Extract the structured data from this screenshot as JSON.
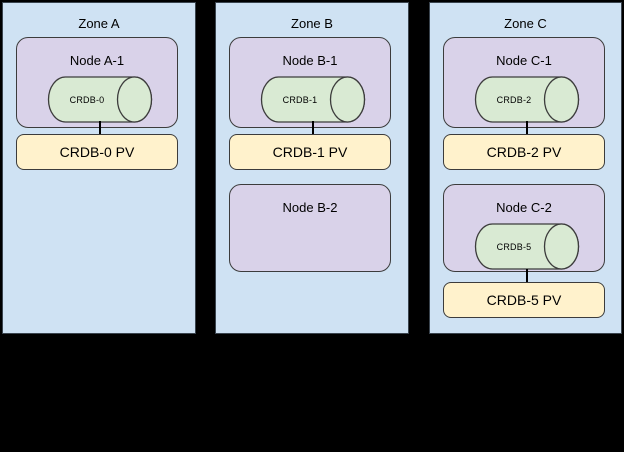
{
  "colors": {
    "canvas_background": "#000000",
    "zone_fill": "#cfe2f3",
    "zone_border": "#3a444e",
    "node_fill": "#d9d2e9",
    "node_border": "#3c3c3c",
    "pod_cylinder_fill": "#d9ead3",
    "pod_cylinder_border": "#3c3c3c",
    "pv_fill": "#fff2cc",
    "pv_border": "#3c3c3c",
    "connector": "#000000",
    "text": "#000000"
  },
  "zones": [
    {
      "label": "Zone A",
      "nodes": [
        {
          "label": "Node A-1",
          "pod": "CRDB-0",
          "pv": "CRDB-0 PV"
        }
      ]
    },
    {
      "label": "Zone B",
      "nodes": [
        {
          "label": "Node B-1",
          "pod": "CRDB-1",
          "pv": "CRDB-1 PV"
        },
        {
          "label": "Node B-2"
        }
      ]
    },
    {
      "label": "Zone C",
      "nodes": [
        {
          "label": "Node C-1",
          "pod": "CRDB-2",
          "pv": "CRDB-2 PV"
        },
        {
          "label": "Node C-2",
          "pod": "CRDB-5",
          "pv": "CRDB-5 PV"
        }
      ]
    }
  ]
}
